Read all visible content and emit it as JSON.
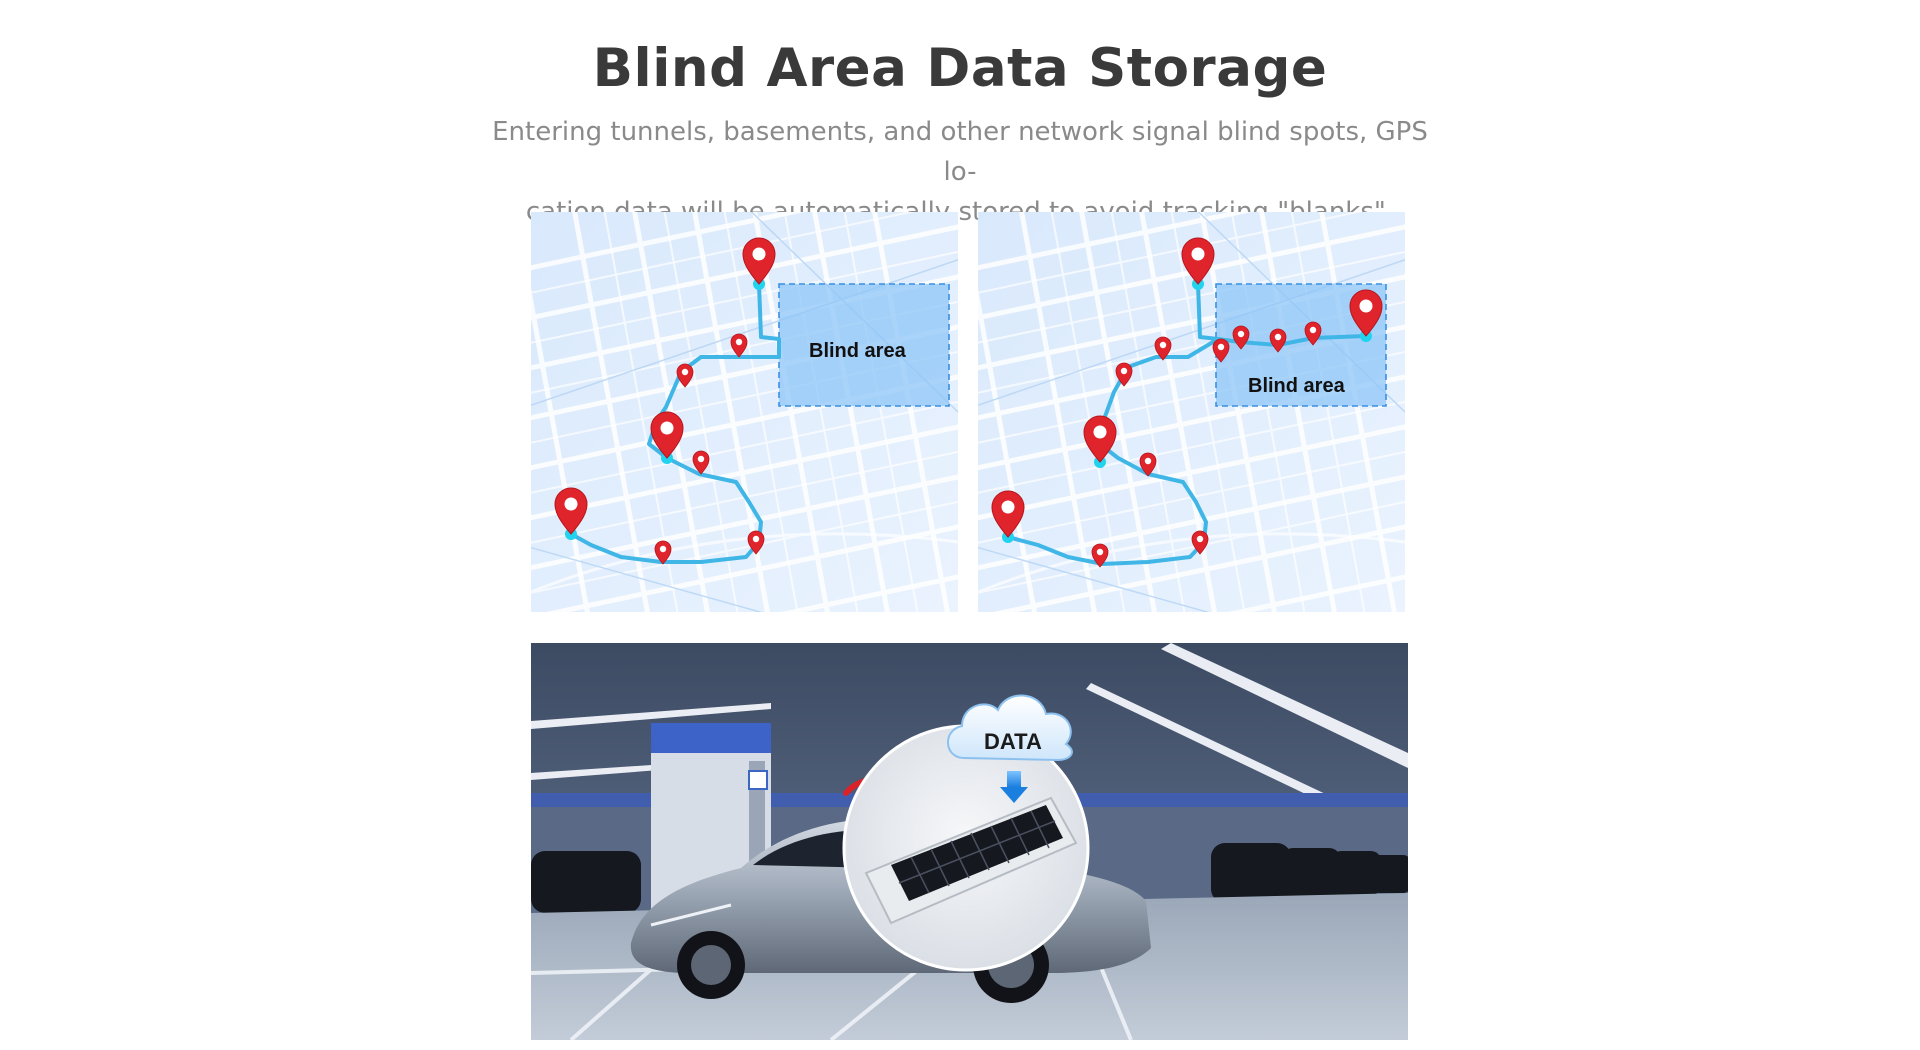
{
  "header": {
    "title": "Blind Area Data Storage",
    "subtitle_line1": "Entering tunnels, basements, and other network signal blind spots, GPS lo-",
    "subtitle_line2": "cation data will be automatically stored to avoid tracking \"blanks\"."
  },
  "map_left": {
    "blind_label": "Blind area"
  },
  "map_right": {
    "blind_label": "Blind area"
  },
  "photo": {
    "cloud_label": "DATA"
  },
  "colors": {
    "route": "#3fb6e6",
    "pin": "#e0242b",
    "blind_zone": "#8ec6f7",
    "signal_icon": "#d8232a"
  },
  "icons": [
    "map-pin-icon",
    "cloud-icon",
    "download-arrow-icon",
    "no-signal-icon"
  ]
}
